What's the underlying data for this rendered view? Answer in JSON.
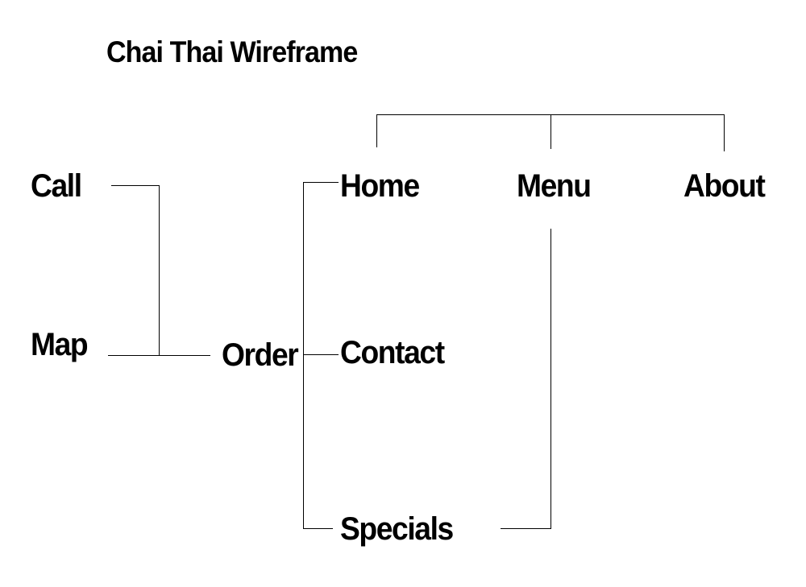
{
  "title": "Chai Thai Wireframe",
  "nodes": {
    "home": "Home",
    "menu": "Menu",
    "about": "About",
    "call": "Call",
    "map": "Map",
    "order": "Order",
    "contact": "Contact",
    "specials": "Specials"
  },
  "connections": [
    {
      "from": "Home",
      "to": "Menu"
    },
    {
      "from": "Home",
      "to": "About"
    },
    {
      "from": "Home",
      "to": "Contact"
    },
    {
      "from": "Home",
      "to": "Specials"
    },
    {
      "from": "Menu",
      "to": "Specials"
    },
    {
      "from": "Contact",
      "to": "Order"
    },
    {
      "from": "Order",
      "to": "Call"
    },
    {
      "from": "Order",
      "to": "Map"
    }
  ],
  "colors": {
    "background": "#ffffff",
    "ink": "#000000"
  }
}
